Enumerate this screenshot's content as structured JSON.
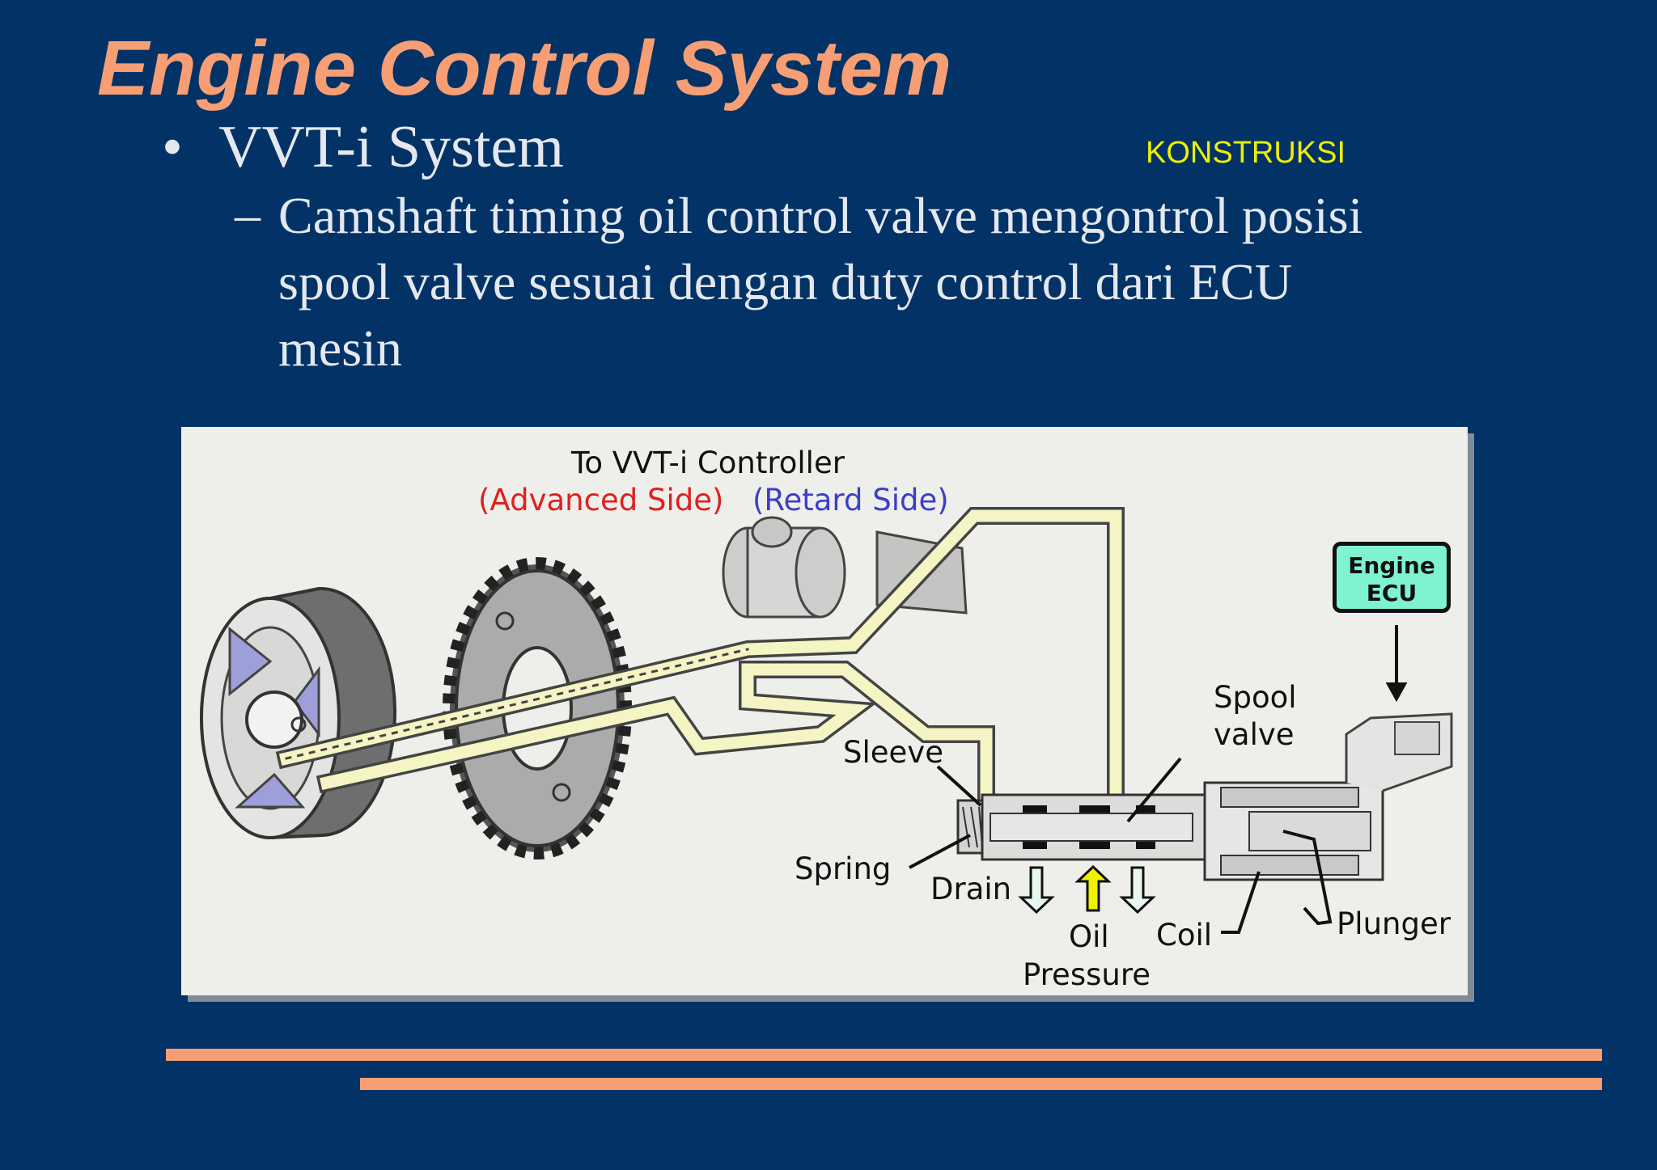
{
  "slide": {
    "title": "Engine Control System",
    "bullet": "VVT-i System",
    "tag": "KONSTRUKSI",
    "sub_bullet": "Camshaft timing oil control valve mengontrol posisi spool valve sesuai dengan duty control dari ECU mesin"
  },
  "diagram": {
    "heading": "To VVT-i Controller",
    "advanced_side": "(Advanced Side)",
    "retard_side": "(Retard Side)",
    "engine_ecu_line1": "Engine",
    "engine_ecu_line2": "ECU",
    "spool_valve_line1": "Spool",
    "spool_valve_line2": "valve",
    "sleeve": "Sleeve",
    "spring": "Spring",
    "drain": "Drain",
    "oil_pressure_line1": "Oil",
    "oil_pressure_line2": "Pressure",
    "coil": "Coil",
    "plunger": "Plunger"
  },
  "colors": {
    "background": "#033366",
    "title": "#F79E74",
    "text": "#E4E8EE",
    "tag": "#F0F000",
    "advanced": "#E0201C",
    "retard": "#3A3FC8",
    "ecu_box": "#7FF3CF",
    "oil_line": "#F4F4C4",
    "accent_bars": "#F79E74"
  }
}
